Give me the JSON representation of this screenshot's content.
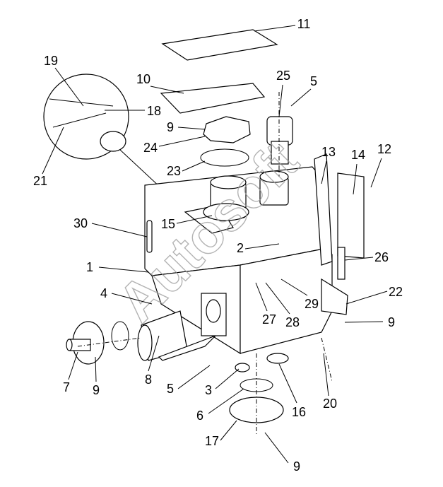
{
  "watermark": "Autosoft",
  "callouts": [
    "11",
    "10",
    "25",
    "5",
    "19",
    "18",
    "9",
    "24",
    "23",
    "21",
    "13",
    "14",
    "12",
    "15",
    "30",
    "2",
    "1",
    "26",
    "4",
    "27",
    "28",
    "29",
    "22",
    "9",
    "7",
    "9",
    "8",
    "5",
    "3",
    "6",
    "16",
    "20",
    "17",
    "9"
  ]
}
